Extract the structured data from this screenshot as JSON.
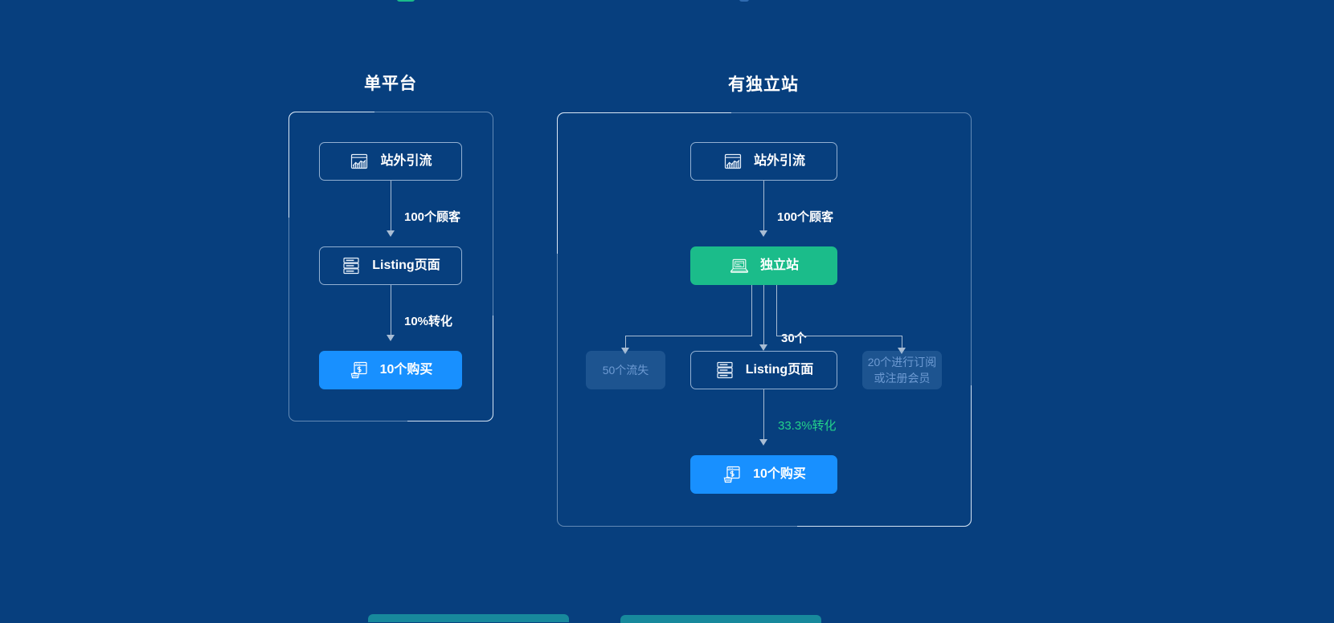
{
  "theme": {
    "background": "#073f7e",
    "panel_border": "#adc7e2",
    "connector": "#a9bdd4",
    "accent_blue": "#1890ff",
    "accent_green": "#1bbc8a",
    "text_green": "#23d18b",
    "ghost_fill": "rgba(120,168,222,0.20)",
    "ghost_text": "#6d9ad2",
    "text_primary": "#ffffff"
  },
  "columns": [
    {
      "id": "single-platform",
      "title": "单平台",
      "nodes": [
        {
          "id": "traffic",
          "label": "站外引流",
          "icon": "chart-icon",
          "style": "outline"
        },
        {
          "id": "listing",
          "label": "Listing页面",
          "icon": "listing-icon",
          "style": "outline"
        },
        {
          "id": "purchase",
          "label": "10个购买",
          "icon": "purchase-icon",
          "style": "blue"
        }
      ],
      "connectors": [
        {
          "id": "traffic-to-listing",
          "label": "100个顾客"
        },
        {
          "id": "listing-to-purchase",
          "label": "10%转化"
        }
      ]
    },
    {
      "id": "with-independent-site",
      "title": "有独立站",
      "nodes": [
        {
          "id": "traffic",
          "label": "站外引流",
          "icon": "chart-icon",
          "style": "outline"
        },
        {
          "id": "site",
          "label": "独立站",
          "icon": "laptop-icon",
          "style": "green"
        },
        {
          "id": "lost",
          "label": "50个流失",
          "icon": "",
          "style": "ghost"
        },
        {
          "id": "listing",
          "label": "Listing页面",
          "icon": "listing-icon",
          "style": "outline"
        },
        {
          "id": "subscribers",
          "label": "20个进行订阅\n或注册会员",
          "icon": "",
          "style": "ghost"
        },
        {
          "id": "purchase",
          "label": "10个购买",
          "icon": "purchase-icon",
          "style": "blue"
        }
      ],
      "connectors": [
        {
          "id": "traffic-to-site",
          "label": "100个顾客"
        },
        {
          "id": "site-to-listing",
          "label": "30个"
        },
        {
          "id": "listing-to-purchase",
          "label": "33.3%转化"
        }
      ]
    }
  ]
}
